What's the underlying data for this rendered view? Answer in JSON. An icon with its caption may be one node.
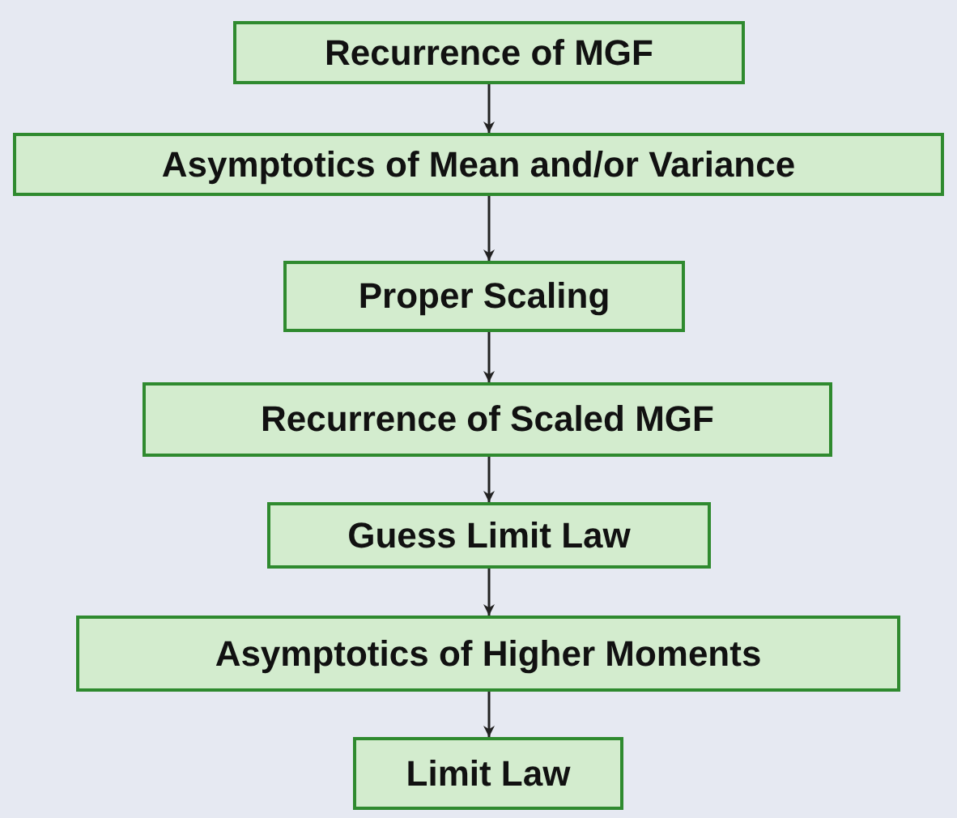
{
  "diagram": {
    "nodes": [
      {
        "text": [
          "Recurrence of MGF"
        ]
      },
      {
        "text": [
          "Asymptotics of Mean and/or Variance"
        ]
      },
      {
        "text": [
          "Proper Scaling"
        ]
      },
      {
        "text": [
          "Recurrence of Scaled MGF"
        ]
      },
      {
        "text": [
          "Guess Limit Law"
        ]
      },
      {
        "text": [
          "Asymptotics of Higher Moments"
        ]
      },
      {
        "text": [
          "Limit Law"
        ]
      }
    ],
    "edges": [
      {
        "from": 0,
        "to": 1,
        "arrow": "to"
      },
      {
        "from": 1,
        "to": 2,
        "arrow": "to"
      },
      {
        "from": 2,
        "to": 3,
        "arrow": "to"
      },
      {
        "from": 3,
        "to": 4,
        "arrow": "to"
      },
      {
        "from": 4,
        "to": 5,
        "arrow": "to"
      },
      {
        "from": 5,
        "to": 6,
        "arrow": "to"
      }
    ]
  }
}
